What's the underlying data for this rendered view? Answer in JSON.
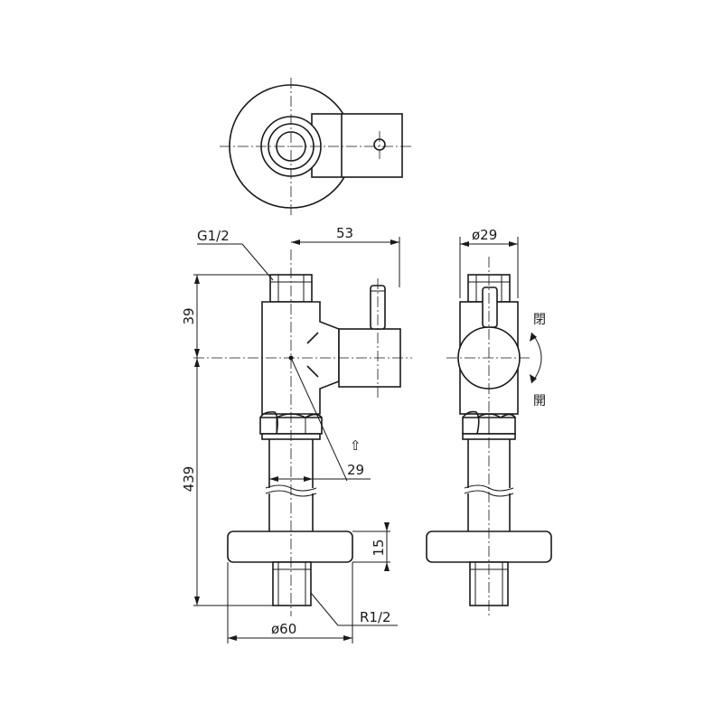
{
  "drawing": {
    "labels": {
      "thread_top": "G1/2",
      "thread_bottom": "R1/2",
      "dim_width": "53",
      "dim_top_height": "39",
      "dim_total_height": "439",
      "dim_pipe_diameter": "29",
      "dim_flange_thickness": "15",
      "dim_flange_diameter": "ø60",
      "dim_side_diameter": "ø29",
      "flow_arrow": "⇧",
      "open_upper": "閉",
      "open_lower": "開"
    }
  }
}
